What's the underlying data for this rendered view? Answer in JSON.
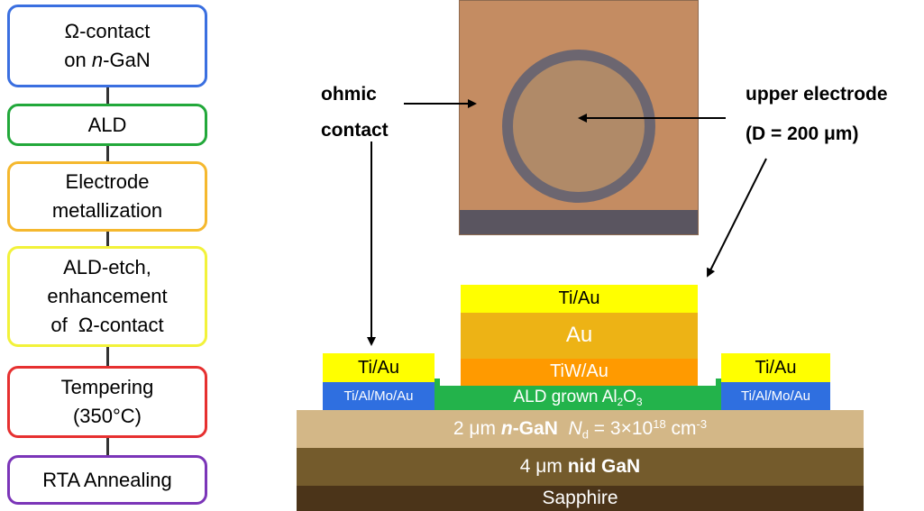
{
  "flow": {
    "steps": [
      {
        "line1": "Ω-contact",
        "line2_prefix": "on ",
        "line2_italic": "n",
        "line2_suffix": "-GaN",
        "color": "#3a6fe0"
      },
      {
        "label": "ALD",
        "color": "#22a83a"
      },
      {
        "line1": "Electrode",
        "line2": "metallization",
        "color": "#f5b82e"
      },
      {
        "line1": "ALD-etch,",
        "line2": "enhancement",
        "line3": "of  Ω-contact",
        "color": "#f2f23a"
      },
      {
        "line1": "Tempering",
        "line2": "(350°C)",
        "color": "#e63030"
      },
      {
        "label": "RTA Annealing",
        "color": "#7b35b8"
      }
    ]
  },
  "photo_labels": {
    "ohmic_line1": "ohmic",
    "ohmic_line2": "contact",
    "upper_line1": "upper electrode",
    "upper_line2": "(D = 200 μm)"
  },
  "layers": {
    "left_top": "Ti/Au",
    "left_bottom": "Ti/Al/Mo/Au",
    "right_top": "Ti/Au",
    "right_bottom": "Ti/Al/Mo/Au",
    "center_top": "Ti/Au",
    "center_mid": "Au",
    "center_low": "TiW/Au",
    "ald_prefix": "ALD grown Al",
    "ald_sub1": "2",
    "ald_o": "O",
    "ald_sub2": "3",
    "ngan_prefix": "2 μm ",
    "ngan_bold_italic": "n",
    "ngan_bold": "-GaN",
    "ngan_nd": "N",
    "ngan_nd_sub": "d",
    "ngan_eq": " = 3×10",
    "ngan_exp": "18",
    "ngan_unit": " cm",
    "ngan_unit_exp": "-3",
    "nid_prefix": "4 μm ",
    "nid_bold": "nid GaN",
    "sapphire": "Sapphire"
  },
  "colors": {
    "ti_au": "#ffff00",
    "contact_blue": "#2f6fe0",
    "au": "#edb315",
    "tiw": "#ff9a00",
    "ald": "#23b34b",
    "ngan": "#d3b787",
    "nid": "#745b2c",
    "sapphire": "#4b3419",
    "photo_pad": "#c48c62"
  }
}
